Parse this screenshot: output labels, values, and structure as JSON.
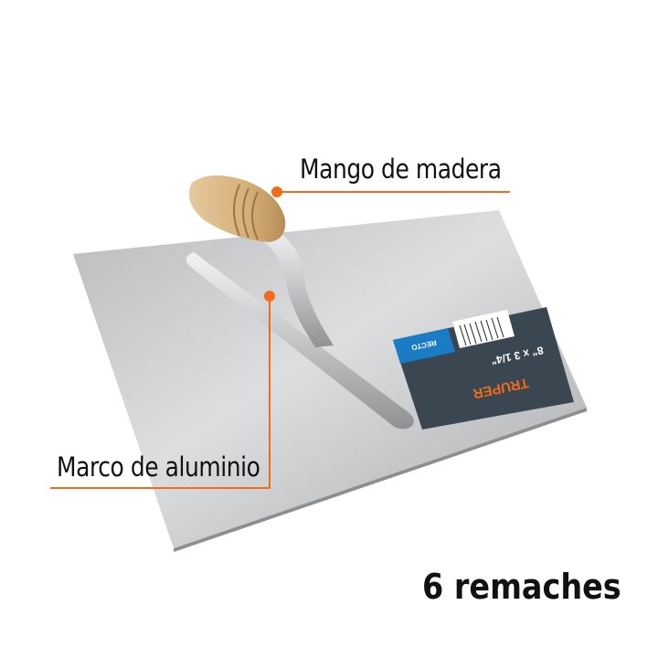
{
  "callouts": {
    "handle": "Mango de madera",
    "frame": "Marco de aluminio"
  },
  "feature": "6 remaches",
  "product_label": {
    "brand": "TRUPER",
    "type_tag": "RECTO",
    "size": "8\" x 3 1/4\""
  },
  "colors": {
    "accent": "#f26a1b",
    "label_bg": "#3a4650",
    "label_strip": "#1a7cc4",
    "wood": "#d9b88a",
    "steel": "#c9cbcd"
  }
}
